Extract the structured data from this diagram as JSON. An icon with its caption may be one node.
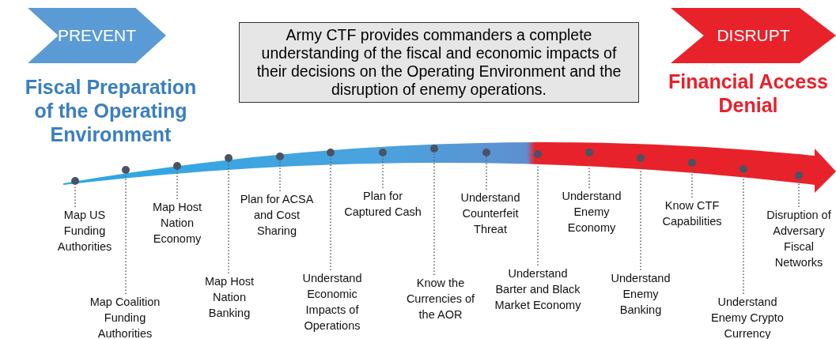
{
  "diagram": {
    "nodes": [
      {
        "text": [
          "PREVENT"
        ]
      },
      {
        "text": [
          "Army CTF provides commanders a complete understanding of the fiscal and economic impacts of their decisions on the Operating Environment and the disruption of enemy operations."
        ]
      },
      {
        "text": [
          "DISRUPT"
        ]
      },
      {
        "text": [
          "Map US Funding Authorities"
        ]
      },
      {
        "text": [
          "Map Coalition Funding Authorities"
        ]
      },
      {
        "text": [
          "Map Host Nation Economy"
        ]
      },
      {
        "text": [
          "Map Host Nation Banking"
        ]
      },
      {
        "text": [
          "Plan for ACSA and Cost Sharing"
        ]
      },
      {
        "text": [
          "Understand Economic Impacts of Operations"
        ]
      },
      {
        "text": [
          "Plan for Captured Cash"
        ]
      },
      {
        "text": [
          "Know the Currencies of the AOR"
        ]
      },
      {
        "text": [
          "Understand Counterfeit Threat"
        ]
      },
      {
        "text": [
          "Understand Barter and Black Market Economy"
        ]
      },
      {
        "text": [
          "Understand Enemy Economy"
        ]
      },
      {
        "text": [
          "Understand Enemy Banking"
        ]
      },
      {
        "text": [
          "Know CTF Capabilities"
        ]
      },
      {
        "text": [
          "Understand Enemy Crypto Currency"
        ]
      },
      {
        "text": [
          "Disruption of Adversary Fiscal Networks"
        ]
      },
      {
        "text": [],
        "shape": "circle"
      },
      {
        "text": [],
        "shape": "circle"
      },
      {
        "text": [],
        "shape": "circle"
      },
      {
        "text": [],
        "shape": "circle"
      },
      {
        "text": [],
        "shape": "circle"
      },
      {
        "text": [],
        "shape": "circle"
      },
      {
        "text": [],
        "shape": "circle"
      },
      {
        "text": [],
        "shape": "circle"
      },
      {
        "text": [],
        "shape": "circle"
      },
      {
        "text": [],
        "shape": "circle"
      },
      {
        "text": [],
        "shape": "circle"
      },
      {
        "text": [],
        "shape": "circle"
      },
      {
        "text": [],
        "shape": "circle"
      },
      {
        "text": [],
        "shape": "circle"
      },
      {
        "text": [],
        "shape": "circle"
      }
    ],
    "edges": [
      {
        "from": 3,
        "to": 18,
        "arrow": "none",
        "style": "dashed"
      },
      {
        "from": 4,
        "to": 19,
        "arrow": "none",
        "style": "dashed"
      },
      {
        "from": 5,
        "to": 20,
        "arrow": "none",
        "style": "dashed"
      },
      {
        "from": 6,
        "to": 21,
        "arrow": "none",
        "style": "dashed"
      },
      {
        "from": 7,
        "to": 22,
        "arrow": "none",
        "style": "dashed"
      },
      {
        "from": 8,
        "to": 23,
        "arrow": "none",
        "style": "dashed"
      },
      {
        "from": 9,
        "to": 24,
        "arrow": "none",
        "style": "dashed"
      },
      {
        "from": 10,
        "to": 25,
        "arrow": "none",
        "style": "dashed"
      },
      {
        "from": 11,
        "to": 26,
        "arrow": "none",
        "style": "dashed"
      },
      {
        "from": 12,
        "to": 27,
        "arrow": "none",
        "style": "dashed"
      },
      {
        "from": 13,
        "to": 28,
        "arrow": "none",
        "style": "dashed"
      },
      {
        "from": 14,
        "to": 29,
        "arrow": "none",
        "style": "dashed"
      },
      {
        "from": 15,
        "to": 30,
        "arrow": "none",
        "style": "dashed"
      },
      {
        "from": 16,
        "to": 31,
        "arrow": "none",
        "style": "dashed"
      },
      {
        "from": 17,
        "to": 32,
        "arrow": "none",
        "style": "dashed"
      }
    ],
    "labels": [
      "Fiscal Preparation of the Operating Environment",
      "Financial Access Denial"
    ]
  }
}
